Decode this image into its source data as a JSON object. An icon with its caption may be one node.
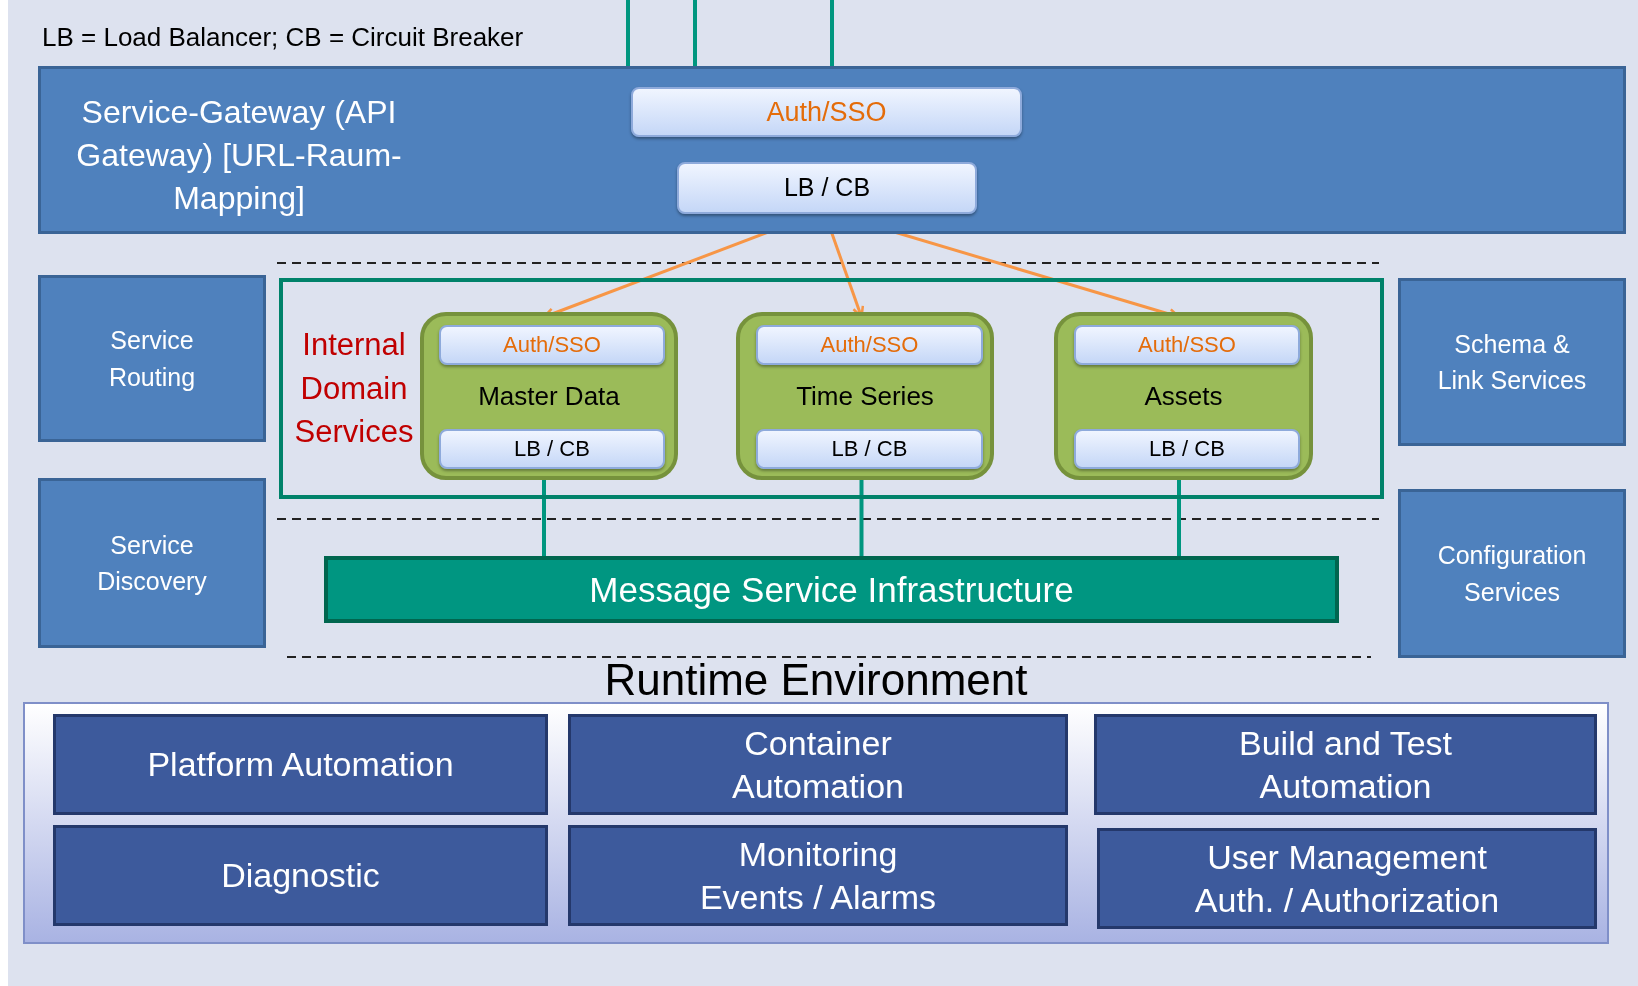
{
  "diagram": {
    "nodes": [
      {
        "text": [
          "Service-Gateway (API Gateway) [URL-Raum-Mapping]"
        ]
      },
      {
        "text": [
          "Auth/SSO"
        ],
        "in": 0
      },
      {
        "text": [
          "LB / CB"
        ],
        "in": 0
      },
      {
        "text": [
          "Service Routing"
        ]
      },
      {
        "text": [
          "Service Discovery"
        ]
      },
      {
        "text": [
          "Internal Domain Services"
        ]
      },
      {
        "text": [
          "Master Data"
        ],
        "in": 5
      },
      {
        "text": [
          "Auth/SSO"
        ],
        "in": 6
      },
      {
        "text": [
          "LB / CB"
        ],
        "in": 6
      },
      {
        "text": [
          "Time Series"
        ],
        "in": 5
      },
      {
        "text": [
          "Auth/SSO"
        ],
        "in": 9
      },
      {
        "text": [
          "LB / CB"
        ],
        "in": 9
      },
      {
        "text": [
          "Assets"
        ],
        "in": 5
      },
      {
        "text": [
          "Auth/SSO"
        ],
        "in": 12
      },
      {
        "text": [
          "LB / CB"
        ],
        "in": 12
      },
      {
        "text": [
          "Schema & Link Services"
        ]
      },
      {
        "text": [
          "Configuration Services"
        ]
      },
      {
        "text": [
          "Message Service Infrastructure"
        ]
      },
      {
        "text": [
          "Runtime Environment"
        ]
      },
      {
        "text": [
          "Platform Automation"
        ],
        "in": 18
      },
      {
        "text": [
          "Container Automation"
        ],
        "in": 18
      },
      {
        "text": [
          "Build and Test Automation"
        ],
        "in": 18
      },
      {
        "text": [
          "Diagnostic"
        ],
        "in": 18
      },
      {
        "text": [
          "Monitoring Events / Alarms"
        ],
        "in": 18
      },
      {
        "text": [
          "User Management Auth. / Authorization"
        ],
        "in": 18
      }
    ],
    "edges": [
      {
        "from": null,
        "to": 0,
        "arrow": "none"
      },
      {
        "from": null,
        "to": 0,
        "arrow": "none"
      },
      {
        "from": null,
        "to": 0,
        "arrow": "none"
      },
      {
        "from": 2,
        "to": 7,
        "arrow": "to",
        "color": "#f79646"
      },
      {
        "from": 2,
        "to": 10,
        "arrow": "to",
        "color": "#f79646"
      },
      {
        "from": 2,
        "to": 13,
        "arrow": "to",
        "color": "#f79646"
      },
      {
        "from": 8,
        "to": 17,
        "arrow": "none"
      },
      {
        "from": 11,
        "to": 17,
        "arrow": "none"
      },
      {
        "from": 14,
        "to": 17,
        "arrow": "none"
      }
    ],
    "labels": [
      "LB = Load Balancer; CB = Circuit Breaker"
    ]
  }
}
